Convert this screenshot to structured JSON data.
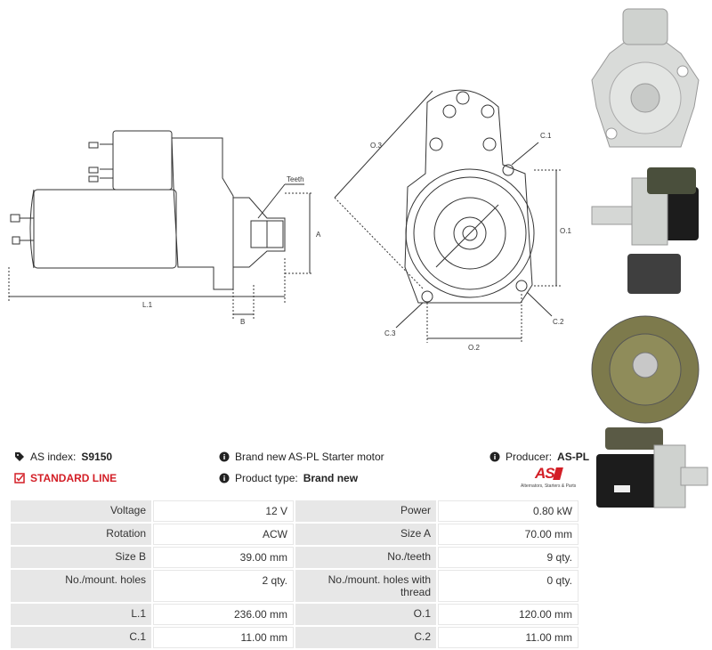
{
  "drawing": {
    "labels": {
      "teeth": "Teeth",
      "a": "A",
      "b": "B",
      "l1": "L.1",
      "o1": "O.1",
      "o2": "O.2",
      "o3": "O.3",
      "c1": "C.1",
      "c2": "C.2",
      "c3": "C.3"
    }
  },
  "info": {
    "as_index_label": "AS index:",
    "as_index_value": "S9150",
    "standard_line": "STANDARD LINE",
    "description": "Brand new AS-PL Starter motor",
    "product_type_label": "Product type:",
    "product_type_value": "Brand new",
    "producer_label": "Producer:",
    "producer_value": "AS-PL",
    "logo_text": "AS",
    "logo_tagline": "Alternators, Starters & Parts"
  },
  "specs": [
    {
      "l1": "Voltage",
      "v1": "12 V",
      "l2": "Power",
      "v2": "0.80 kW"
    },
    {
      "l1": "Rotation",
      "v1": "ACW",
      "l2": "Size A",
      "v2": "70.00 mm"
    },
    {
      "l1": "Size B",
      "v1": "39.00 mm",
      "l2": "No./teeth",
      "v2": "9 qty."
    },
    {
      "l1": "No./mount. holes",
      "v1": "2 qty.",
      "l2": "No./mount. holes with thread",
      "v2": "0 qty."
    },
    {
      "l1": "L.1",
      "v1": "236.00 mm",
      "l2": "O.1",
      "v2": "120.00 mm"
    },
    {
      "l1": "C.1",
      "v1": "11.00 mm",
      "l2": "C.2",
      "v2": "11.00 mm"
    }
  ],
  "colors": {
    "accent_red": "#d31e26",
    "table_label_bg": "#e7e7e7"
  },
  "icons": [
    "tag-icon",
    "check-square-icon",
    "info-icon"
  ]
}
